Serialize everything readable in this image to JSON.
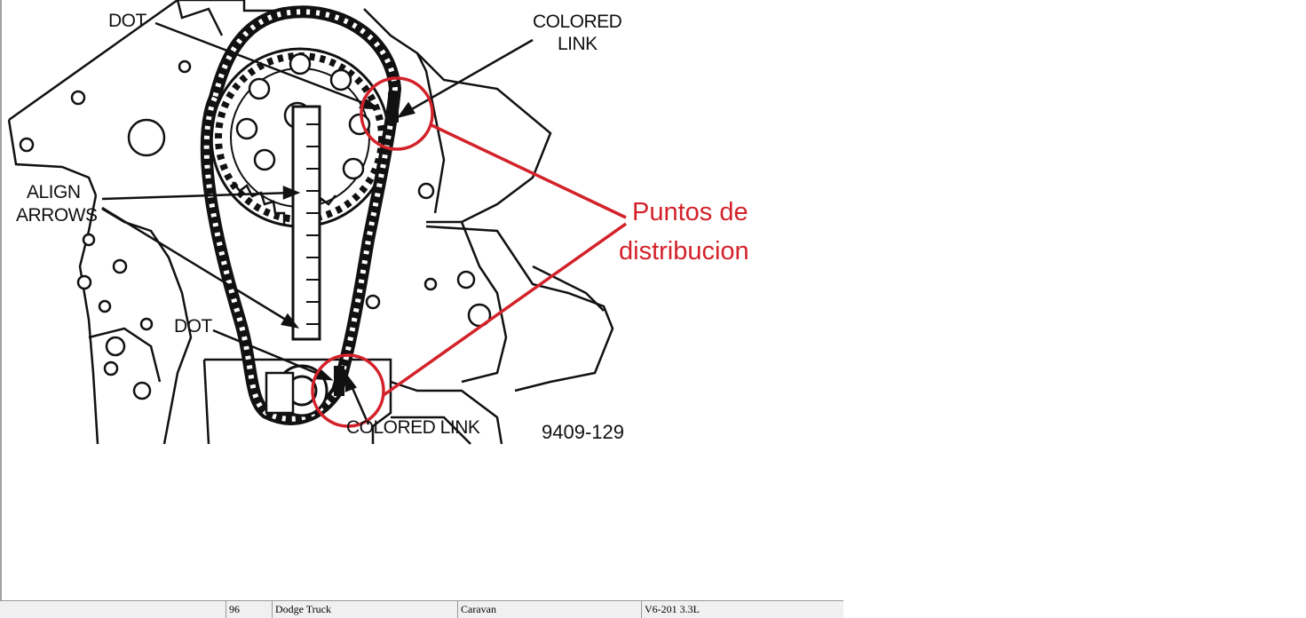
{
  "labels": {
    "dot_top": "DOT",
    "colored_link_top_1": "COLORED",
    "colored_link_top_2": "LINK",
    "align_1": "ALIGN",
    "align_2": "ARROWS",
    "dot_bottom": "DOT",
    "colored_link_bottom": "COLORED LINK",
    "figure_code": "9409-129"
  },
  "annotation": {
    "line1": "Puntos de",
    "line2": "distribucion",
    "color": "#d3222a"
  },
  "statusbar": {
    "year": "96",
    "make": "Dodge Truck",
    "model": "Caravan",
    "engine": "V6-201 3.3L"
  }
}
